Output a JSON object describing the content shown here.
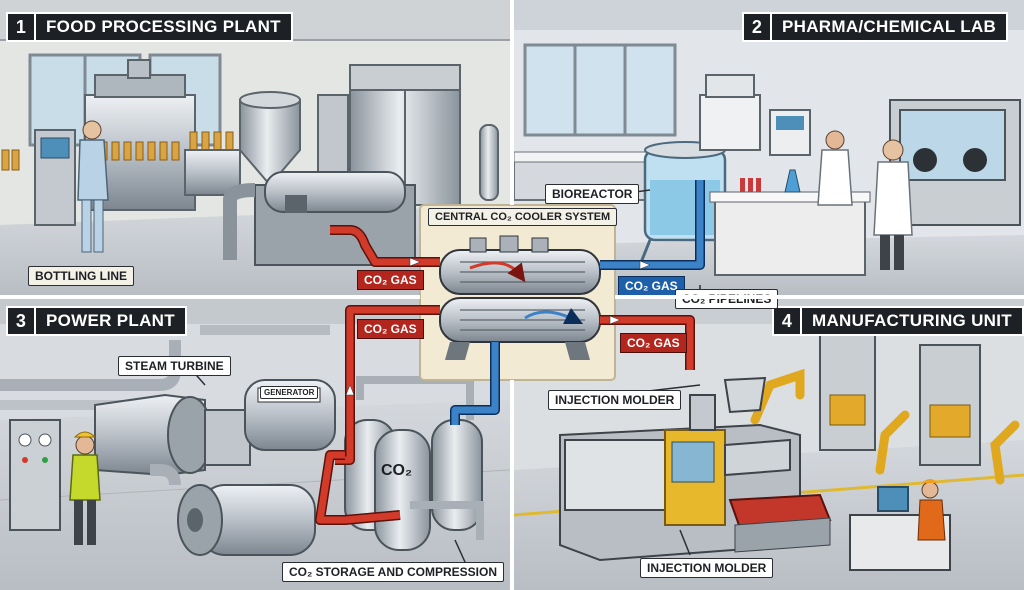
{
  "quadrants": [
    {
      "number": "1",
      "title": "FOOD PROCESSING PLANT"
    },
    {
      "number": "2",
      "title": "PHARMA/CHEMICAL LAB"
    },
    {
      "number": "3",
      "title": "POWER PLANT"
    },
    {
      "number": "4",
      "title": "MANUFACTURING UNIT"
    }
  ],
  "labels": {
    "bottling_line": "BOTTLING LINE",
    "central_system": "CENTRAL CO₂ COOLER SYSTEM",
    "bioreactor": "BIOREACTOR",
    "co2_gas": "CO₂ GAS",
    "co2_pipelines": "CO₂ PIPELINES",
    "steam_turbine": "STEAM TURBINE",
    "generator": "GENERATOR",
    "injection_molder": "INJECTION MOLDER",
    "co2_tank": "CO₂",
    "storage": "CO₂ STORAGE AND COMPRESSION"
  },
  "colors": {
    "hot_pipe": "#d23a2a",
    "cold_pipe": "#3b82c6",
    "title_bg": "#1d2024",
    "center_panel": "#f3ead3"
  }
}
